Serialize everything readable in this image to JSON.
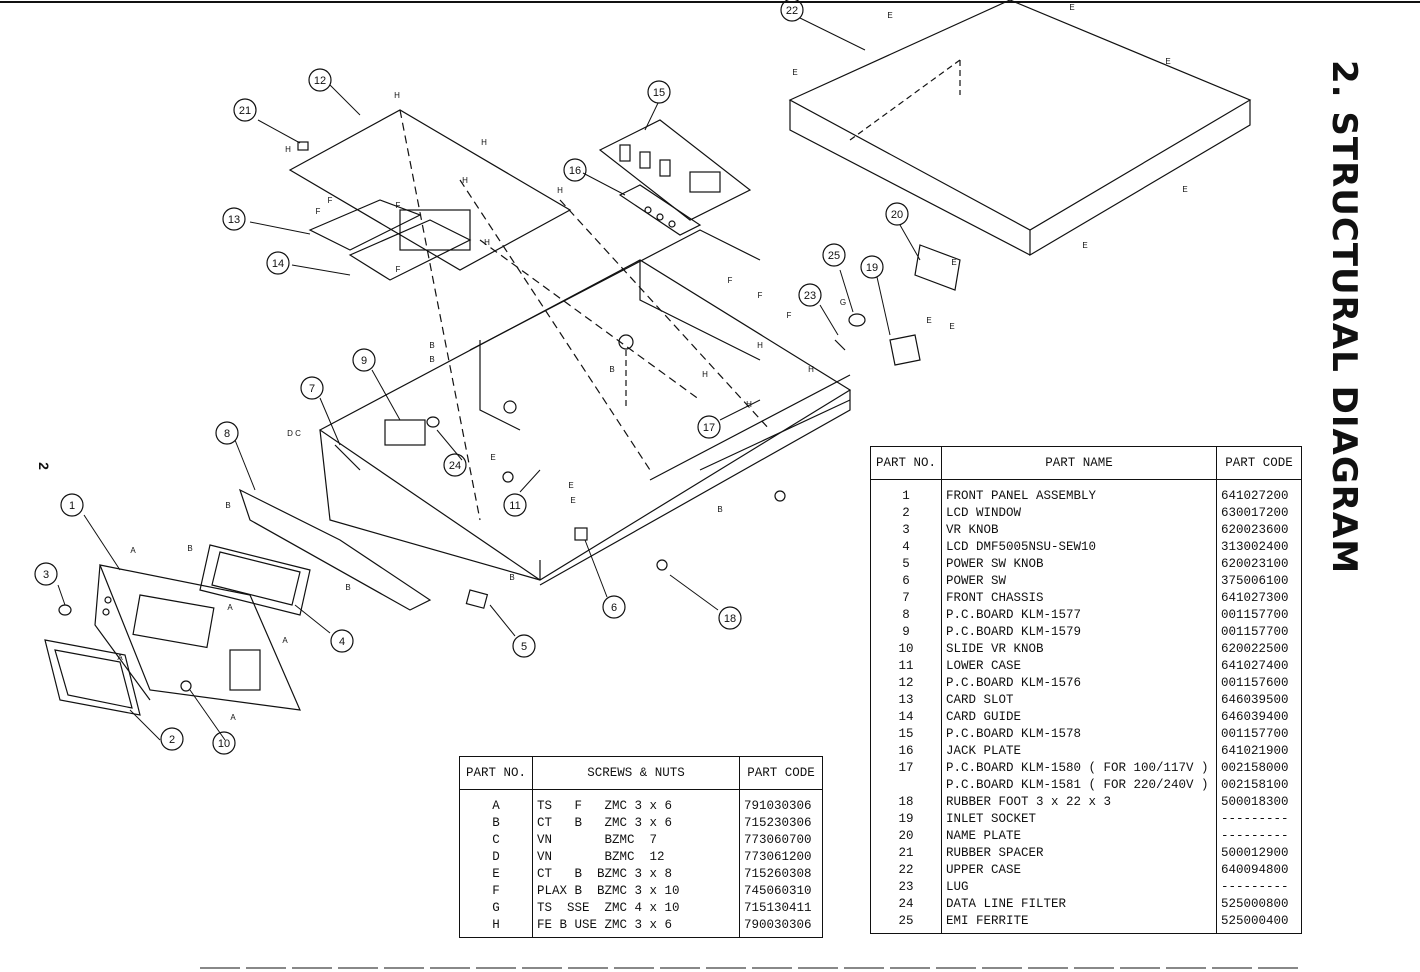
{
  "title": "2. STRUCTURAL DIAGRAM",
  "page_number": "2",
  "parts_table": {
    "headers": [
      "PART NO.",
      "PART NAME",
      "PART CODE"
    ],
    "rows": [
      [
        "1",
        "FRONT PANEL ASSEMBLY",
        "641027200"
      ],
      [
        "2",
        "LCD WINDOW",
        "630017200"
      ],
      [
        "3",
        "VR KNOB",
        "620023600"
      ],
      [
        "4",
        "LCD DMF5005NSU-SEW10",
        "313002400"
      ],
      [
        "5",
        "POWER SW KNOB",
        "620023100"
      ],
      [
        "6",
        "POWER SW",
        "375006100"
      ],
      [
        "7",
        "FRONT CHASSIS",
        "641027300"
      ],
      [
        "8",
        "P.C.BOARD KLM-1577",
        "001157700"
      ],
      [
        "9",
        "P.C.BOARD KLM-1579",
        "001157700"
      ],
      [
        "10",
        "SLIDE VR KNOB",
        "620022500"
      ],
      [
        "11",
        "LOWER CASE",
        "641027400"
      ],
      [
        "12",
        "P.C.BOARD KLM-1576",
        "001157600"
      ],
      [
        "13",
        "CARD SLOT",
        "646039500"
      ],
      [
        "14",
        "CARD GUIDE",
        "646039400"
      ],
      [
        "15",
        "P.C.BOARD KLM-1578",
        "001157700"
      ],
      [
        "16",
        "JACK PLATE",
        "641021900"
      ],
      [
        "17",
        "P.C.BOARD KLM-1580 ( FOR 100/117V )",
        "002158000"
      ],
      [
        "",
        "P.C.BOARD KLM-1581 ( FOR 220/240V )",
        "002158100"
      ],
      [
        "18",
        "RUBBER FOOT 3 x 22 x 3",
        "500018300"
      ],
      [
        "19",
        "INLET SOCKET",
        "---------"
      ],
      [
        "20",
        "NAME PLATE",
        "---------"
      ],
      [
        "21",
        "RUBBER SPACER",
        "500012900"
      ],
      [
        "22",
        "UPPER CASE",
        "640094800"
      ],
      [
        "23",
        "LUG",
        "---------"
      ],
      [
        "24",
        "DATA LINE FILTER",
        "525000800"
      ],
      [
        "25",
        "EMI FERRITE",
        "525000400"
      ]
    ]
  },
  "screws_table": {
    "headers": [
      "PART NO.",
      "SCREWS & NUTS",
      "PART CODE"
    ],
    "rows": [
      [
        "A",
        "TS   F   ZMC 3 x 6",
        "791030306"
      ],
      [
        "B",
        "CT   B   ZMC 3 x 6",
        "715230306"
      ],
      [
        "C",
        "VN       BZMC  7",
        "773060700"
      ],
      [
        "D",
        "VN       BZMC  12",
        "773061200"
      ],
      [
        "E",
        "CT   B  BZMC 3 x 8",
        "715260308"
      ],
      [
        "F",
        "PLAX B  BZMC 3 x 10",
        "745060310"
      ],
      [
        "G",
        "TS  SSE  ZMC 4 x 10",
        "715130411"
      ],
      [
        "H",
        "FE B USE ZMC 3 x 6",
        "790030306"
      ]
    ]
  },
  "callouts": [
    {
      "n": "1"
    },
    {
      "n": "2"
    },
    {
      "n": "3"
    },
    {
      "n": "4"
    },
    {
      "n": "5"
    },
    {
      "n": "6"
    },
    {
      "n": "7"
    },
    {
      "n": "8"
    },
    {
      "n": "9"
    },
    {
      "n": "10"
    },
    {
      "n": "11"
    },
    {
      "n": "12"
    },
    {
      "n": "13"
    },
    {
      "n": "14"
    },
    {
      "n": "15"
    },
    {
      "n": "16"
    },
    {
      "n": "17"
    },
    {
      "n": "18"
    },
    {
      "n": "19"
    },
    {
      "n": "20"
    },
    {
      "n": "21"
    },
    {
      "n": "22"
    },
    {
      "n": "23"
    },
    {
      "n": "24"
    },
    {
      "n": "25"
    }
  ],
  "screw_labels": [
    "A",
    "B",
    "C",
    "D",
    "E",
    "F",
    "G",
    "H"
  ]
}
